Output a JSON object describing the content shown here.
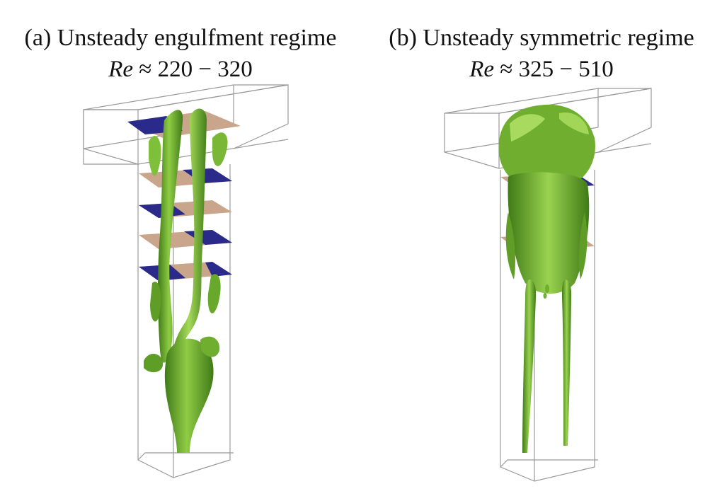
{
  "panels": [
    {
      "id": "a",
      "title": "(a) Unsteady engulfment regime",
      "re_symbol": "Re",
      "re_range": " ≈ 220 − 320"
    },
    {
      "id": "b",
      "title": "(b) Unsteady symmetric regime",
      "re_symbol": "Re",
      "re_range": " ≈ 325 − 510"
    }
  ],
  "colors": {
    "vortex_green": "#6fae2e",
    "vortex_dark": "#3f7a17",
    "vortex_light": "#b6dd6a",
    "plane_blue": "#2a2a8a",
    "plane_tan": "#c9a58c",
    "box_line": "#9a9a9a"
  }
}
